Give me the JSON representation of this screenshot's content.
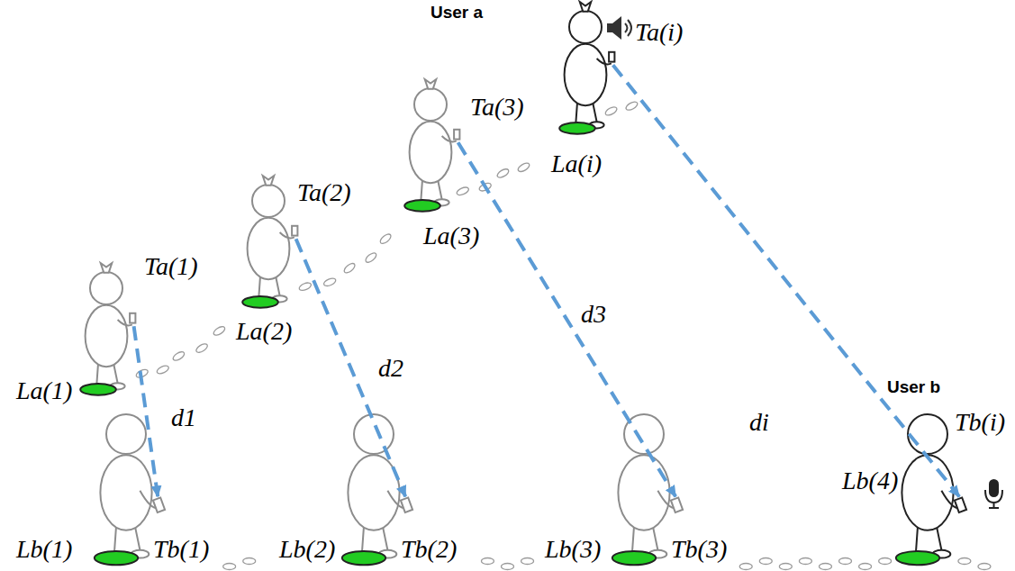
{
  "diagram": {
    "labels": [
      "User a",
      "Ta(i)",
      "Ta(3)",
      "La(i)",
      "Ta(2)",
      "La(3)",
      "d3",
      "di",
      "Ta(1)",
      "La(2)",
      "d2",
      "La(1)",
      "d1",
      "User b",
      "Tb(i)",
      "Lb(4)",
      "Lb(1)",
      "Tb(1)",
      "Lb(2)",
      "Tb(2)",
      "Lb(3)",
      "Tb(3)"
    ]
  }
}
